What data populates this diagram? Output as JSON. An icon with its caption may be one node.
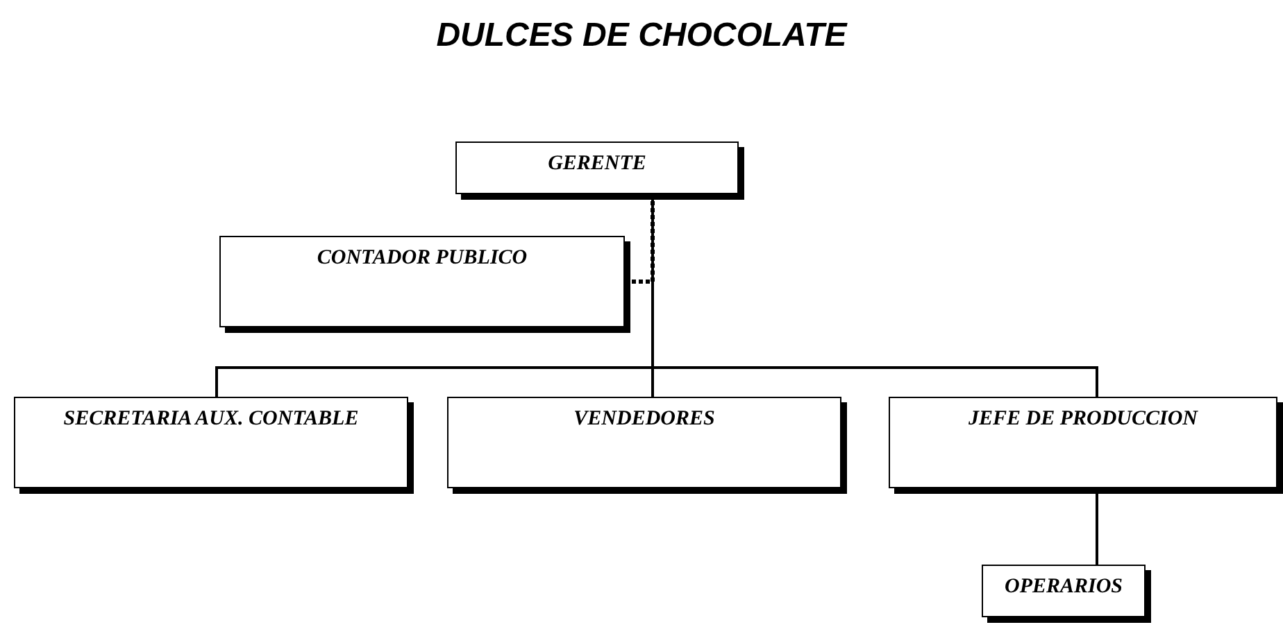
{
  "diagram": {
    "title": "DULCES DE CHOCOLATE",
    "nodes": [
      {
        "text": [
          "GERENTE"
        ]
      },
      {
        "text": [
          "CONTADOR PUBLICO"
        ]
      },
      {
        "text": [
          "SECRETARIA AUX. CONTABLE"
        ]
      },
      {
        "text": [
          "VENDEDORES"
        ]
      },
      {
        "text": [
          "JEFE DE PRODUCCION"
        ]
      },
      {
        "text": [
          "OPERARIOS"
        ]
      }
    ],
    "edges": [
      {
        "from": 0,
        "to": 1,
        "arrow": "none",
        "style": "dashed"
      },
      {
        "from": 0,
        "to": 2,
        "arrow": "none"
      },
      {
        "from": 0,
        "to": 3,
        "arrow": "none"
      },
      {
        "from": 0,
        "to": 4,
        "arrow": "none"
      },
      {
        "from": 4,
        "to": 5,
        "arrow": "none"
      }
    ]
  }
}
